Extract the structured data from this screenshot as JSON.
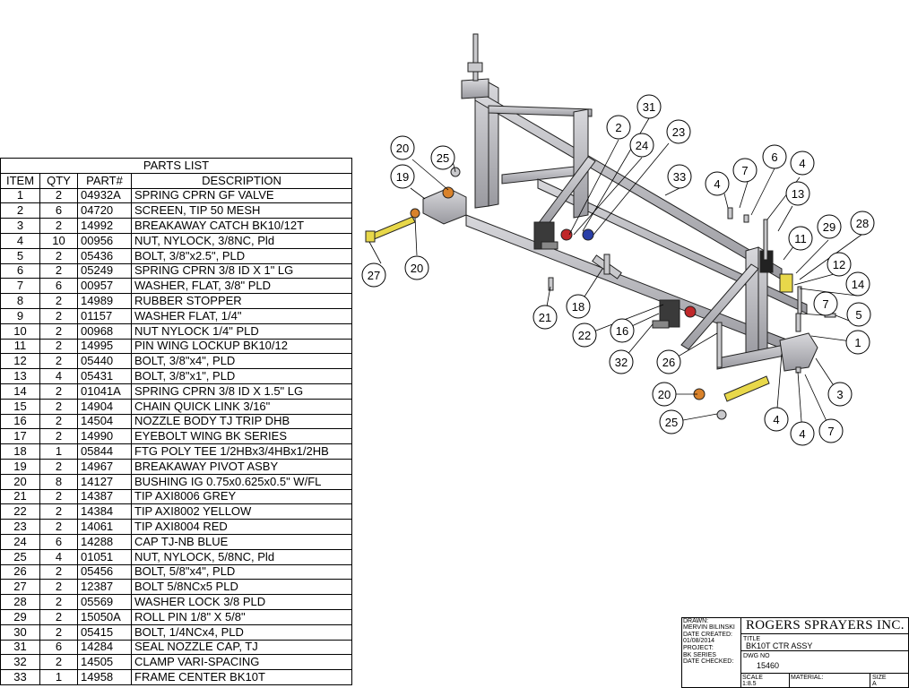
{
  "parts_list": {
    "title": "PARTS LIST",
    "headers": [
      "ITEM",
      "QTY",
      "PART#",
      "DESCRIPTION"
    ],
    "rows": [
      [
        "1",
        "2",
        "04932A",
        "SPRING CPRN GF VALVE"
      ],
      [
        "2",
        "6",
        "04720",
        "SCREEN, TIP 50 MESH"
      ],
      [
        "3",
        "2",
        "14992",
        "BREAKAWAY CATCH BK10/12T"
      ],
      [
        "4",
        "10",
        "00956",
        "NUT, NYLOCK, 3/8NC, Pld"
      ],
      [
        "5",
        "2",
        "05436",
        "BOLT, 3/8\"x2.5\", PLD"
      ],
      [
        "6",
        "2",
        "05249",
        "SPRING CPRN 3/8 ID X 1\" LG"
      ],
      [
        "7",
        "6",
        "00957",
        "WASHER, FLAT, 3/8\" PLD"
      ],
      [
        "8",
        "2",
        "14989",
        "RUBBER STOPPER"
      ],
      [
        "9",
        "2",
        "01157",
        "WASHER FLAT, 1/4\""
      ],
      [
        "10",
        "2",
        "00968",
        "NUT NYLOCK 1/4\" PLD"
      ],
      [
        "11",
        "2",
        "14995",
        "PIN WING LOCKUP BK10/12"
      ],
      [
        "12",
        "2",
        "05440",
        "BOLT, 3/8\"x4\", PLD"
      ],
      [
        "13",
        "4",
        "05431",
        "BOLT, 3/8\"x1\", PLD"
      ],
      [
        "14",
        "2",
        "01041A",
        "SPRING CPRN 3/8 ID X 1.5\" LG"
      ],
      [
        "15",
        "2",
        "14904",
        "CHAIN QUICK LINK 3/16\""
      ],
      [
        "16",
        "2",
        "14504",
        "NOZZLE BODY TJ TRIP DHB"
      ],
      [
        "17",
        "2",
        "14990",
        "EYEBOLT WING BK SERIES"
      ],
      [
        "18",
        "1",
        "05844",
        "FTG POLY TEE 1/2HBx3/4HBx1/2HB"
      ],
      [
        "19",
        "2",
        "14967",
        "BREAKAWAY PIVOT ASBY"
      ],
      [
        "20",
        "8",
        "14127",
        "BUSHING IG 0.75x0.625x0.5\" W/FL"
      ],
      [
        "21",
        "2",
        "14387",
        "TIP AXI8006 GREY"
      ],
      [
        "22",
        "2",
        "14384",
        "TIP AXI8002  YELLOW"
      ],
      [
        "23",
        "2",
        "14061",
        "TIP AXI8004 RED"
      ],
      [
        "24",
        "6",
        "14288",
        "CAP TJ-NB BLUE"
      ],
      [
        "25",
        "4",
        "01051",
        "NUT, NYLOCK, 5/8NC, Pld"
      ],
      [
        "26",
        "2",
        "05456",
        "BOLT, 5/8\"x4\", PLD"
      ],
      [
        "27",
        "2",
        "12387",
        "BOLT 5/8NCx5 PLD"
      ],
      [
        "28",
        "2",
        "05569",
        "WASHER LOCK 3/8 PLD"
      ],
      [
        "29",
        "2",
        "15050A",
        "ROLL PIN 1/8\" X 5/8\""
      ],
      [
        "30",
        "2",
        "05415",
        "BOLT, 1/4NCx4, PLD"
      ],
      [
        "31",
        "6",
        "14284",
        "SEAL NOZZLE CAP, TJ"
      ],
      [
        "32",
        "2",
        "14505",
        "CLAMP VARI-SPACING"
      ],
      [
        "33",
        "1",
        "14958",
        "FRAME CENTER BK10T"
      ]
    ]
  },
  "balloons": [
    "31",
    "2",
    "24",
    "23",
    "33",
    "25",
    "20",
    "19",
    "27",
    "20",
    "6",
    "7",
    "4",
    "4",
    "13",
    "11",
    "29",
    "28",
    "12",
    "14",
    "7",
    "5",
    "1",
    "3",
    "7",
    "4",
    "4",
    "25",
    "20",
    "26",
    "32",
    "16",
    "22",
    "18",
    "21"
  ],
  "title_block": {
    "drawn_label": "DRAWN:",
    "drawn_value": "MERVIN BILINSKI",
    "date_created_label": "DATE CREATED:",
    "date_created_value": "01/08/2014",
    "project_label": "PROJECT:",
    "project_value": "BK SERIES",
    "date_checked_label": "DATE CHECKED:",
    "company": "ROGERS SPRAYERS INC.",
    "title_label": "TITLE",
    "title_value": "BK10T CTR ASSY",
    "dwg_no_label": "DWG NO",
    "dwg_no_value": "15460",
    "scale_label": "SCALE",
    "scale_value": "1:8.5",
    "material_label": "MATERIAL:",
    "size_label": "SIZE",
    "size_value": "A"
  },
  "colors": {
    "frame_steel": "#b9b9bd",
    "frame_shadow": "#8a8a90",
    "bolt_yellow": "#e8d84a",
    "nut_orange": "#d9822b",
    "nozzle_red": "#c0282a",
    "nozzle_blue": "#2a3fa8",
    "nozzle_body_dark": "#3a3a3a"
  }
}
